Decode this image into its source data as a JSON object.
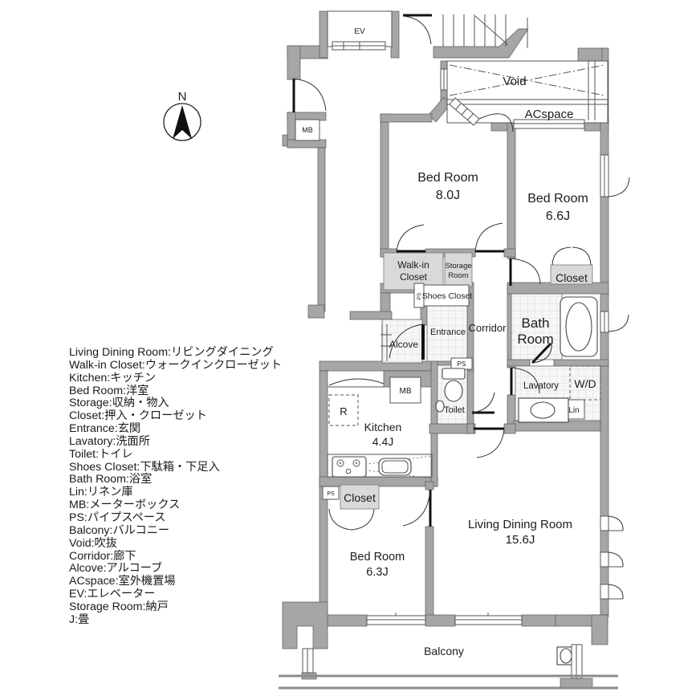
{
  "compass": {
    "north_label": "N"
  },
  "labels": {
    "ev": "EV",
    "void": "Void",
    "acspace": "ACspace",
    "mb": "MB",
    "ps": "PS",
    "wd": "W/D",
    "lin": "Lin",
    "fridge": "R"
  },
  "rooms": {
    "bedroom1": {
      "name": "Bed Room",
      "size": "8.0J"
    },
    "bedroom2": {
      "name": "Bed Room",
      "size": "6.6J"
    },
    "bedroom3": {
      "name": "Bed Room",
      "size": "6.3J"
    },
    "living": {
      "name": "Living Dining Room",
      "size": "15.6J"
    },
    "kitchen": {
      "name": "Kitchen",
      "size": "4.4J"
    },
    "bath": {
      "line1": "Bath",
      "line2": "Room"
    },
    "walk_in_closet": {
      "line1": "Walk-in",
      "line2": "Closet"
    },
    "storage_room": {
      "line1": "Storage",
      "line2": "Room"
    },
    "shoes_closet": "Shoes Closet",
    "entrance": "Entrance",
    "corridor": "Corridor",
    "alcove": "Alcove",
    "toilet": "Toilet",
    "lavatory": "Lavatory",
    "closet": "Closet",
    "balcony": "Balcony"
  },
  "legend": {
    "items": [
      "Living Dining Room:リビングダイニング",
      "Walk-in Closet:ウォークインクローゼット",
      "Kitchen:キッチン",
      "Bed Room:洋室",
      "Storage:収納・物入",
      "Closet:押入・クローゼット",
      "Entrance:玄関",
      "Lavatory:洗面所",
      "Toilet:トイレ",
      "Shoes Closet:下駄箱・下足入",
      "Bath Room:浴室",
      "Lin:リネン庫",
      "MB:メーターボックス",
      "PS:パイプスペース",
      "Balcony:バルコニー",
      "Void:吹抜",
      "Corridor:廊下",
      "Alcove:アルコーブ",
      "ACspace:室外機置場",
      "EV:エレベーター",
      "Storage Room:納戸",
      "J:畳"
    ]
  },
  "colors": {
    "wall": "#a6a6a6",
    "wall_outline": "#5a5a5a",
    "closet_fill": "#d9d9d9",
    "line": "#333333",
    "text": "#1c1c1c"
  }
}
